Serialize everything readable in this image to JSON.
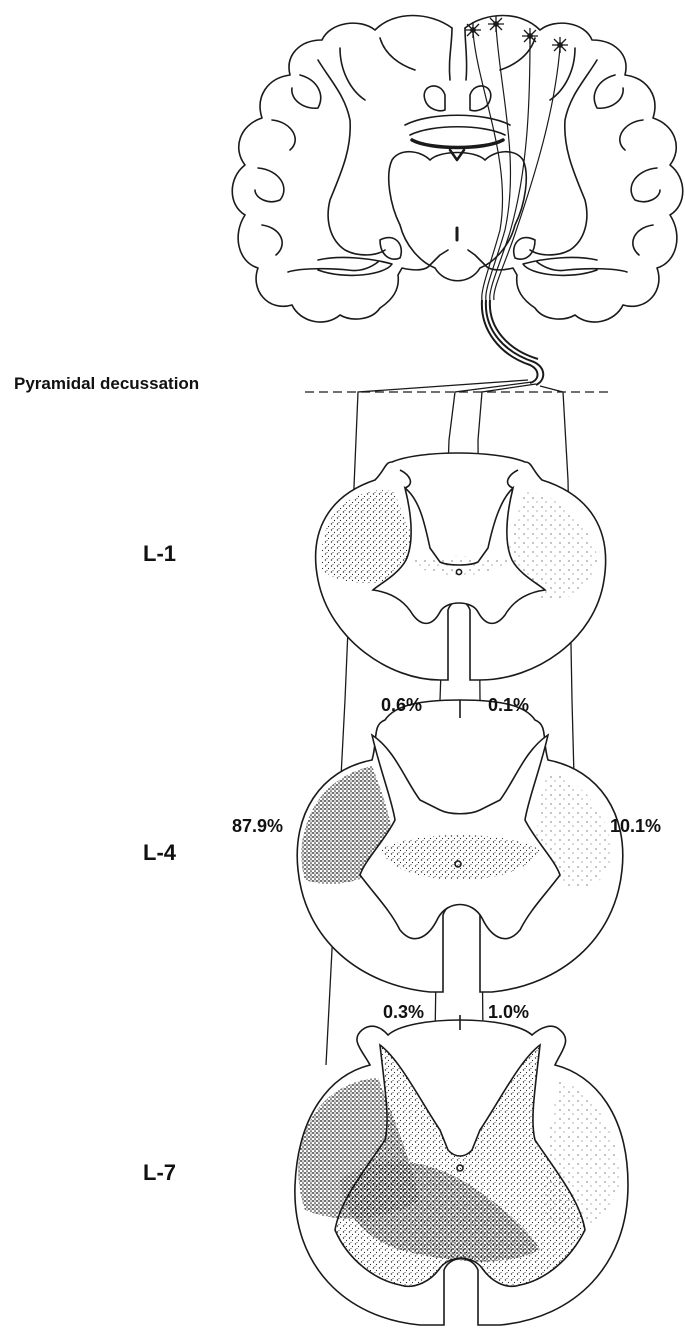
{
  "decussation_label": "Pyramidal decussation",
  "sections": [
    {
      "label": "L-1"
    },
    {
      "label": "L-4"
    },
    {
      "label": "L-7"
    }
  ],
  "percentages": {
    "l1_l4_ipsilateral_medial": "0.6%",
    "l1_l4_contralateral_medial": "0.1%",
    "lateral_contralateral": "87.9%",
    "lateral_ipsilateral": "10.1%",
    "l4_l7_ipsilateral_medial": "0.3%",
    "l4_l7_contralateral_medial": "1.0%"
  },
  "colors": {
    "ink": "#1a1a1a",
    "background": "#ffffff"
  }
}
